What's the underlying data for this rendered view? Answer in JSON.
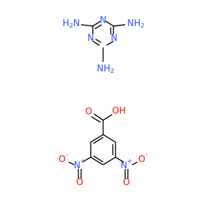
{
  "colors": {
    "bond": "#000000",
    "nitrogen": "#3050F8",
    "oxygen": "#FF0D0D",
    "carbon_hydrogen": "#000000"
  },
  "melamine": {
    "ring_n_top": "N",
    "ring_n_right": "N",
    "ring_n_bottom": "N",
    "amine_left": {
      "base": "H",
      "sub": "2",
      "tail": "N"
    },
    "amine_right": {
      "base": "NH",
      "sub": "2"
    },
    "amine_bottom": {
      "base": "NH",
      "sub": "2"
    }
  },
  "dinitrobenzoic_acid": {
    "carbonyl_o": "O",
    "hydroxyl": "OH",
    "nitro_left": {
      "n": "N",
      "n_charge": "+",
      "o_top": "O",
      "o_left": "O",
      "o_left_charge": "-"
    },
    "nitro_right": {
      "n": "N",
      "n_charge": "+",
      "o_top": "O",
      "o_right": "O",
      "o_right_charge": "-"
    }
  }
}
